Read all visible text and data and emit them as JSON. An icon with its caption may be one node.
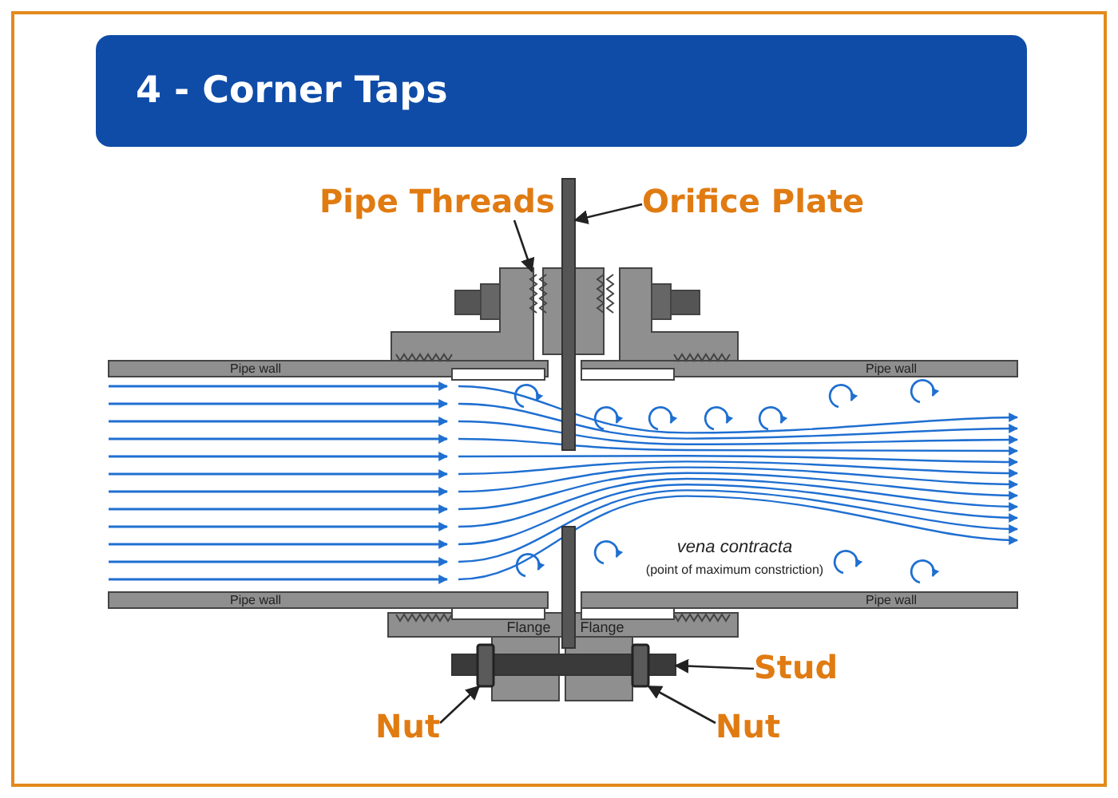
{
  "diagram": {
    "title": "4 - Corner Taps",
    "nodes": [
      {
        "text": [
          "Pipe Threads"
        ]
      },
      {
        "text": [],
        "shape": "picture"
      },
      {
        "text": [
          "Orifice Plate"
        ]
      },
      {
        "text": [],
        "shape": "bar"
      },
      {
        "text": [
          "Stud"
        ]
      },
      {
        "text": [],
        "shape": "bar"
      },
      {
        "text": [
          "Nut"
        ]
      },
      {
        "text": [],
        "shape": "box"
      },
      {
        "text": [
          "Nut"
        ]
      },
      {
        "text": [],
        "shape": "box"
      }
    ],
    "edges": [
      {
        "from": 0,
        "to": 1,
        "arrow": "to"
      },
      {
        "from": 2,
        "to": 3,
        "arrow": "to"
      },
      {
        "from": 4,
        "to": 5,
        "arrow": "to"
      },
      {
        "from": 6,
        "to": 7,
        "arrow": "to"
      },
      {
        "from": 8,
        "to": 9,
        "arrow": "to"
      }
    ],
    "labels": [
      "Pipe wall",
      "Pipe wall",
      "vena contracta",
      "(point of maximum constriction)",
      "Pipe wall",
      "Pipe wall",
      "Flange",
      "Flange"
    ]
  }
}
